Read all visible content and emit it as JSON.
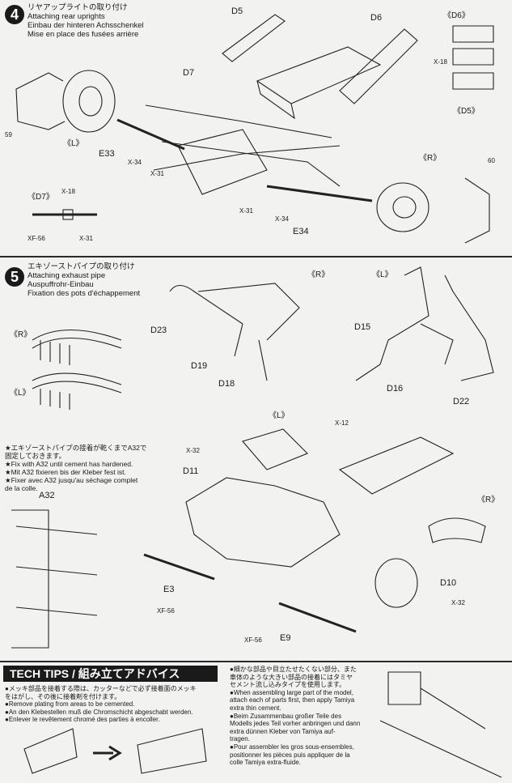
{
  "step4": {
    "number": "4",
    "title_jp": "リヤアップライトの取り付け",
    "title_en": "Attaching rear uprights",
    "title_de": "Einbau der hinteren Achsschenkel",
    "title_fr": "Mise en place des fusées arrière",
    "labels": {
      "d5": "D5",
      "d6": "D6",
      "d7": "D7",
      "d6_detail": "《D6》",
      "d5_detail": "《D5》",
      "x18_top": "X-18",
      "left": "《L》",
      "right": "《R》",
      "e33": "E33",
      "e34": "E34",
      "x34_a": "X-34",
      "x31_a": "X-31",
      "x31_b": "X-31",
      "x34_b": "X-34",
      "d7_detail": "《D7》",
      "x18_d7": "X-18",
      "xf56_d7": "XF-56",
      "x31_d7": "X-31",
      "tag59": "59",
      "tag60": "60"
    }
  },
  "step5": {
    "number": "5",
    "title_jp": "エキゾーストパイプの取り付け",
    "title_en": "Attaching exhaust pipe",
    "title_de": "Auspuffrohr-Einbau",
    "title_fr": "Fixation des pots d'échappement",
    "labels": {
      "r_top": "《R》",
      "l_top": "《L》",
      "r_left": "《R》",
      "l_left": "《L》",
      "d23": "D23",
      "d19": "D19",
      "d18": "D18",
      "d15": "D15",
      "d16": "D16",
      "d22": "D22",
      "l_mid": "《L》",
      "x12": "X-12",
      "x32_a": "X-32",
      "d11": "D11",
      "a32": "A32",
      "r_mid": "《R》",
      "d10": "D10",
      "x32_b": "X-32",
      "e3": "E3",
      "xf56_e3": "XF-56",
      "xf56_e9": "XF-56",
      "e9": "E9"
    },
    "note": [
      "★エキゾーストパイプの接着が乾くまでA32で",
      "固定しておきます。",
      "★Fix with A32 until cement has hardened.",
      "★Mit A32 fixieren bis der Kleber fest ist.",
      "★Fixer avec A32 jusqu'au séchage complet",
      "de la colle."
    ]
  },
  "tips": {
    "header": "TECH TIPS / 組み立てアドバイス",
    "left": [
      "●メッキ部品を接着する際は、カッターなどで必ず接着面のメッキ",
      "をはがし、その後に接着剤を付けます。",
      "●Remove plating from areas to be cemented.",
      "●An den Klebestellen muß die Chromschicht abgeschabt werden.",
      "●Enlever le revêtement chromé des parties à encoller."
    ],
    "right": [
      "●細かな部品や目立たせたくない部分、また",
      "車体のような大きい部品の接着にはタミヤ",
      "セメント流し込みタイプを使用します。",
      "●When assembling large part of the model,",
      "attach each of parts first, then apply Tamiya",
      "extra thin cement.",
      "●Beim Zusammenbau großer Teile des",
      "Modells jedes Teil vorher anbringen und dann",
      "extra dünnen Kleber von Tamiya auf-",
      "tragen.",
      "●Pour assembler les gros sous-ensembles,",
      "positionner les pièces puis appliquer de la",
      "colle Tamiya extra-fluide."
    ]
  }
}
